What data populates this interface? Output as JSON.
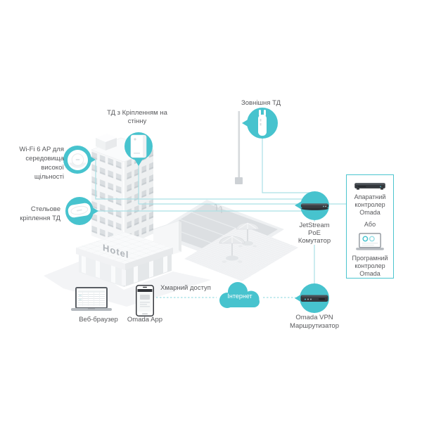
{
  "labels": {
    "wall_ap": [
      "ТД з Кріпленням на",
      "стінну"
    ],
    "wifi6_ap": [
      "Wi-Fi 6 AP для",
      "середовища",
      "високої",
      "щільності"
    ],
    "ceiling_ap": [
      "Стельове",
      "кріплення ТД"
    ],
    "outdoor_ap": "Зовнішня ТД",
    "switch": [
      "JetStream",
      "PoE",
      "Комутатор"
    ],
    "hw_controller": [
      "Апаратний",
      "контролер",
      "Omada"
    ],
    "or": "Або",
    "sw_controller": [
      "Програмний",
      "контролер",
      "Omada"
    ],
    "router": [
      "Omada VPN",
      "Маршрутизатор"
    ],
    "cloud_access": "Хмарний доступ",
    "internet": "Інтернет",
    "web_browser": "Веб-браузер",
    "omada_app": "Omada App",
    "hotel_sign": "Hotel"
  },
  "icons": {
    "wifi6_ap": "ceiling-ap-icon",
    "ceiling_ap": "ceiling-mount-ap-icon",
    "wall_ap": "wall-ap-icon",
    "outdoor_ap": "outdoor-ap-icon",
    "switch": "poe-switch-icon",
    "router": "vpn-router-icon",
    "hw_controller": "hardware-controller-icon",
    "sw_controller": "software-controller-laptop-icon",
    "web_browser": "laptop-icon",
    "omada_app": "smartphone-icon",
    "internet": "cloud-icon"
  },
  "colors": {
    "accent_teal": "#47c3ce",
    "line_teal": "#abe0e5",
    "dash_teal": "#84d5dc",
    "text_gray": "#58595c"
  }
}
